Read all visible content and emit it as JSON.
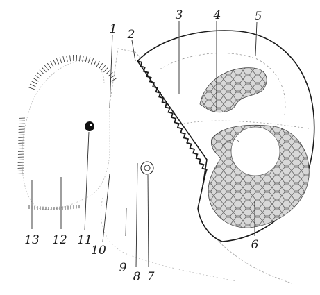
{
  "figure": {
    "labels": {
      "n1": "1",
      "n2": "2",
      "n3": "3",
      "n4": "4",
      "n5": "5",
      "n6": "6",
      "n7": "7",
      "n8": "8",
      "n9": "9",
      "n10": "10",
      "n11": "11",
      "n12": "12",
      "n13": "13"
    },
    "colors": {
      "ink": "#1a1a1a",
      "cell_fill": "#d8d8d8",
      "paper": "#ffffff"
    }
  }
}
